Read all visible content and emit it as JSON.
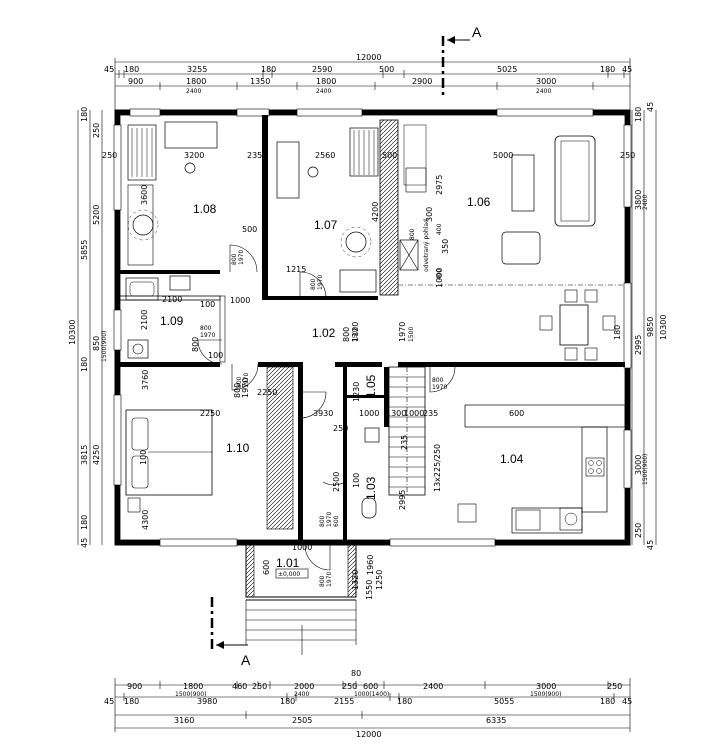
{
  "section": {
    "label_top": "A",
    "label_bottom": "A"
  },
  "rooms": [
    {
      "id": "1.08"
    },
    {
      "id": "1.07"
    },
    {
      "id": "1.06"
    },
    {
      "id": "1.09"
    },
    {
      "id": "1.02"
    },
    {
      "id": "1.05"
    },
    {
      "id": "1.10"
    },
    {
      "id": "1.04"
    },
    {
      "id": "1.03"
    },
    {
      "id": "1.01"
    }
  ],
  "level_marker": "±0,000",
  "stair_note": "13x225/250",
  "chimney_label": "odvetraný pohlad",
  "top_dims": {
    "overall": "12000",
    "row1": [
      "45",
      "180",
      "3255",
      "180",
      "2590",
      "500",
      "5025",
      "180",
      "45"
    ],
    "row2": [
      "900",
      "1800",
      "1350",
      "1800",
      "2900",
      "3000"
    ],
    "row2_sub": [
      "2400",
      "2400",
      "2400"
    ]
  },
  "bottom_dims": {
    "top": "80",
    "row1": [
      "900",
      "1800",
      "460",
      "250",
      "2000",
      "250",
      "600",
      "2400",
      "3000",
      "250"
    ],
    "row1_sub": [
      "1500(900)",
      "2400",
      "1000(1400)",
      "1500(900)"
    ],
    "row2": [
      "45",
      "180",
      "3980",
      "180",
      "2155",
      "180",
      "5055",
      "180",
      "45"
    ],
    "row3": [
      "3160",
      "2505",
      "6335"
    ],
    "overall": "12000"
  },
  "left_dims": {
    "overall": "10300",
    "row1": [
      "180",
      "250",
      "5855",
      "180",
      "3815",
      "180",
      "45"
    ],
    "row2": [
      "5200",
      "850",
      "1500(900)",
      "4250"
    ]
  },
  "right_dims": {
    "overall": "10300",
    "row1": [
      "180",
      "45",
      "3800",
      "2995",
      "3000",
      "250",
      "45"
    ],
    "row1_sub": [
      "2400",
      "1500(900)"
    ],
    "row2": [
      "9850"
    ]
  },
  "interior_dims": [
    "3200",
    "250",
    "235",
    "2560",
    "500",
    "5000",
    "250",
    "3600",
    "500",
    "1215",
    "4200",
    "2975",
    "300",
    "800",
    "350",
    "400",
    "400",
    "1000",
    "2100",
    "1000",
    "100",
    "2100",
    "100",
    "800",
    "1970",
    "800",
    "800",
    "1970",
    "1500",
    "1500",
    "2250",
    "2250",
    "3930",
    "1230",
    "1000",
    "1300",
    "1000",
    "235",
    "600",
    "100",
    "4300",
    "3760",
    "250",
    "235",
    "100",
    "2995",
    "2500",
    "1000",
    "600",
    "1960",
    "1250",
    "1320",
    "1550",
    "1120",
    "180",
    "2250",
    "9850"
  ],
  "door_labels": [
    {
      "w": "800",
      "h": "1970"
    },
    {
      "w": "800",
      "h": "1970"
    },
    {
      "w": "800",
      "h": "1970"
    },
    {
      "w": "800",
      "h": "1970"
    },
    {
      "w": "800",
      "h": "1970"
    },
    {
      "w": "800",
      "h": "1970"
    },
    {
      "w": "600",
      "h": "1970"
    },
    {
      "w": "800",
      "h": "1970"
    }
  ]
}
